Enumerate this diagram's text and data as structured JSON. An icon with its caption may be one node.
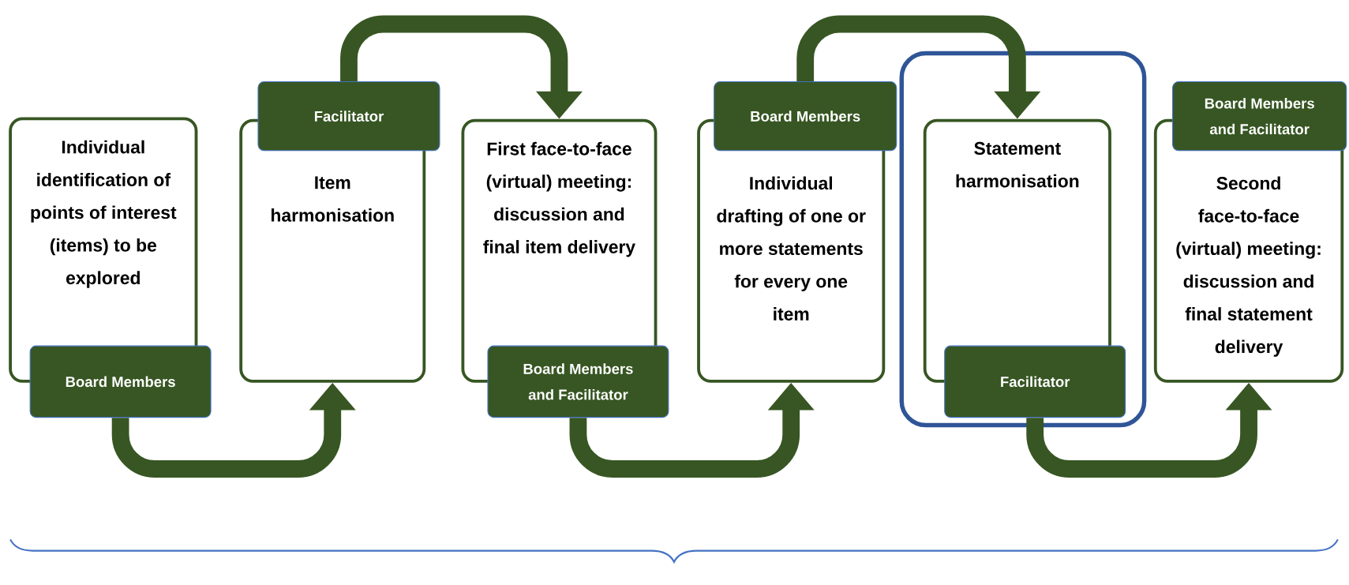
{
  "diagram": {
    "nodes": [
      {
        "text": [
          "Individual identification of points of interest (items) to be explored"
        ]
      },
      {
        "text": [
          "Board Members"
        ]
      },
      {
        "text": [
          "Item harmonisation"
        ]
      },
      {
        "text": [
          "Facilitator"
        ]
      },
      {
        "text": [
          "First face-to-face (virtual) meeting: discussion and final item delivery"
        ]
      },
      {
        "text": [
          "Board Members and Facilitator"
        ]
      },
      {
        "text": [
          "Individual drafting of one or more statements for every one item"
        ]
      },
      {
        "text": [
          "Board Members"
        ]
      },
      {
        "text": [],
        "shape": "box"
      },
      {
        "text": [
          "Statement harmonisation"
        ],
        "in": 8
      },
      {
        "text": [
          "Facilitator"
        ],
        "in": 8
      },
      {
        "text": [
          "Second face-to-face (virtual) meeting: discussion and final statement delivery"
        ]
      },
      {
        "text": [
          "Board Members and Facilitator"
        ]
      }
    ],
    "edges": [
      {
        "from": 1,
        "to": 2,
        "arrow": "to"
      },
      {
        "from": 3,
        "to": 4,
        "arrow": "to"
      },
      {
        "from": 5,
        "to": 6,
        "arrow": "to"
      },
      {
        "from": 7,
        "to": 9,
        "arrow": "to"
      },
      {
        "from": 10,
        "to": 11,
        "arrow": "to"
      }
    ]
  }
}
